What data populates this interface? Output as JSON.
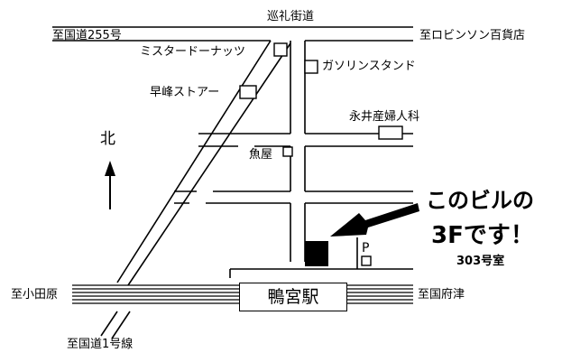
{
  "map": {
    "compass": "北",
    "roads": {
      "top_street": "巡礼街道",
      "route_255": "至国道255号",
      "to_robinson": "至ロビンソン百貨店",
      "route_1": "至国道1号線",
      "to_odawara": "至小田原",
      "to_kozu": "至国府津"
    },
    "landmarks": {
      "misterdonut": "ミスタードーナッツ",
      "gas_station": "ガソリンスタンド",
      "waseda_store": "早峰ストアー",
      "nagai_clinic": "永井産婦人科",
      "uoya": "魚屋",
      "parking": "P"
    },
    "station": "鴨宮駅",
    "callout": {
      "line1": "このビルの",
      "line2": "3Fです！",
      "room": "303号室"
    }
  }
}
